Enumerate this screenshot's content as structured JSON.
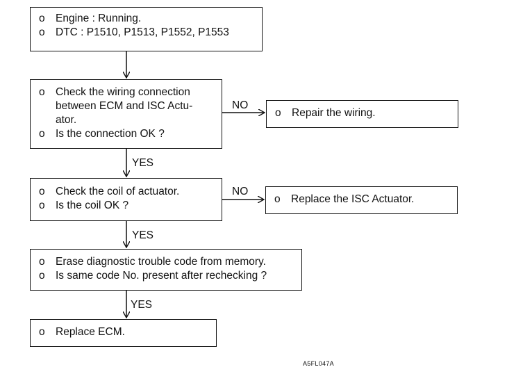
{
  "boxes": {
    "start": {
      "lines": [
        "Engine : Running.",
        "DTC : P1510, P1513, P1552, P1553"
      ]
    },
    "check_wiring": {
      "lines": [
        "Check the wiring connection\nbetween ECM and ISC Actu-\nator.",
        "Is the connection OK ?"
      ]
    },
    "repair_wiring": {
      "lines": [
        "Repair the wiring."
      ]
    },
    "check_coil": {
      "lines": [
        "Check the coil of actuator.",
        "Is the coil OK ?"
      ]
    },
    "replace_isc": {
      "lines": [
        "Replace the ISC Actuator."
      ]
    },
    "erase_dtc": {
      "lines": [
        "Erase diagnostic trouble code from memory.",
        "Is same code No. present after rechecking ?"
      ]
    },
    "replace_ecm": {
      "lines": [
        "Replace ECM."
      ]
    }
  },
  "bullet": "o",
  "labels": {
    "no": "NO",
    "yes": "YES"
  },
  "figure_code": "A5FL047A"
}
